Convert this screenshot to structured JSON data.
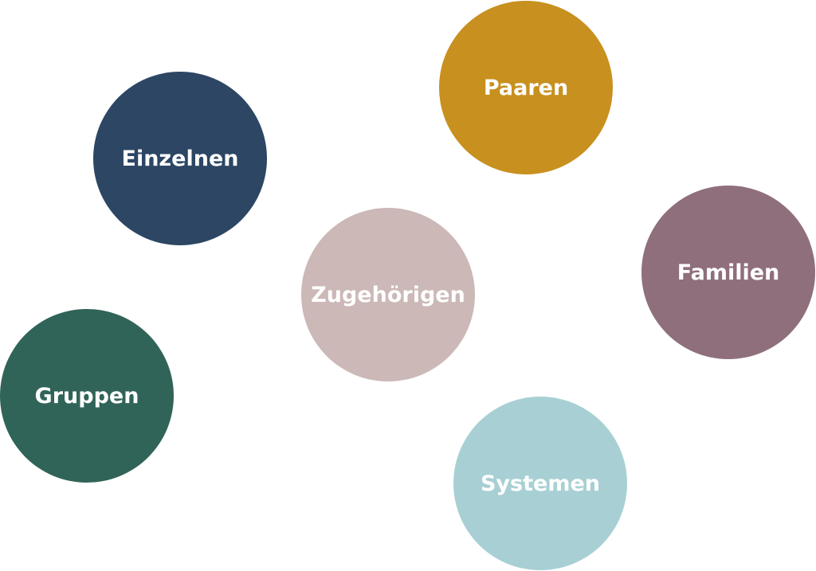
{
  "circles": [
    {
      "label": "Einzelnen",
      "color": "#2c4664"
    },
    {
      "label": "Paaren",
      "color": "#c8901e"
    },
    {
      "label": "Familien",
      "color": "#8f6f7c"
    },
    {
      "label": "Zugehörigen",
      "color": "#cbb8b7"
    },
    {
      "label": "Gruppen",
      "color": "#316458"
    },
    {
      "label": "Systemen",
      "color": "#a8d0d4"
    }
  ]
}
